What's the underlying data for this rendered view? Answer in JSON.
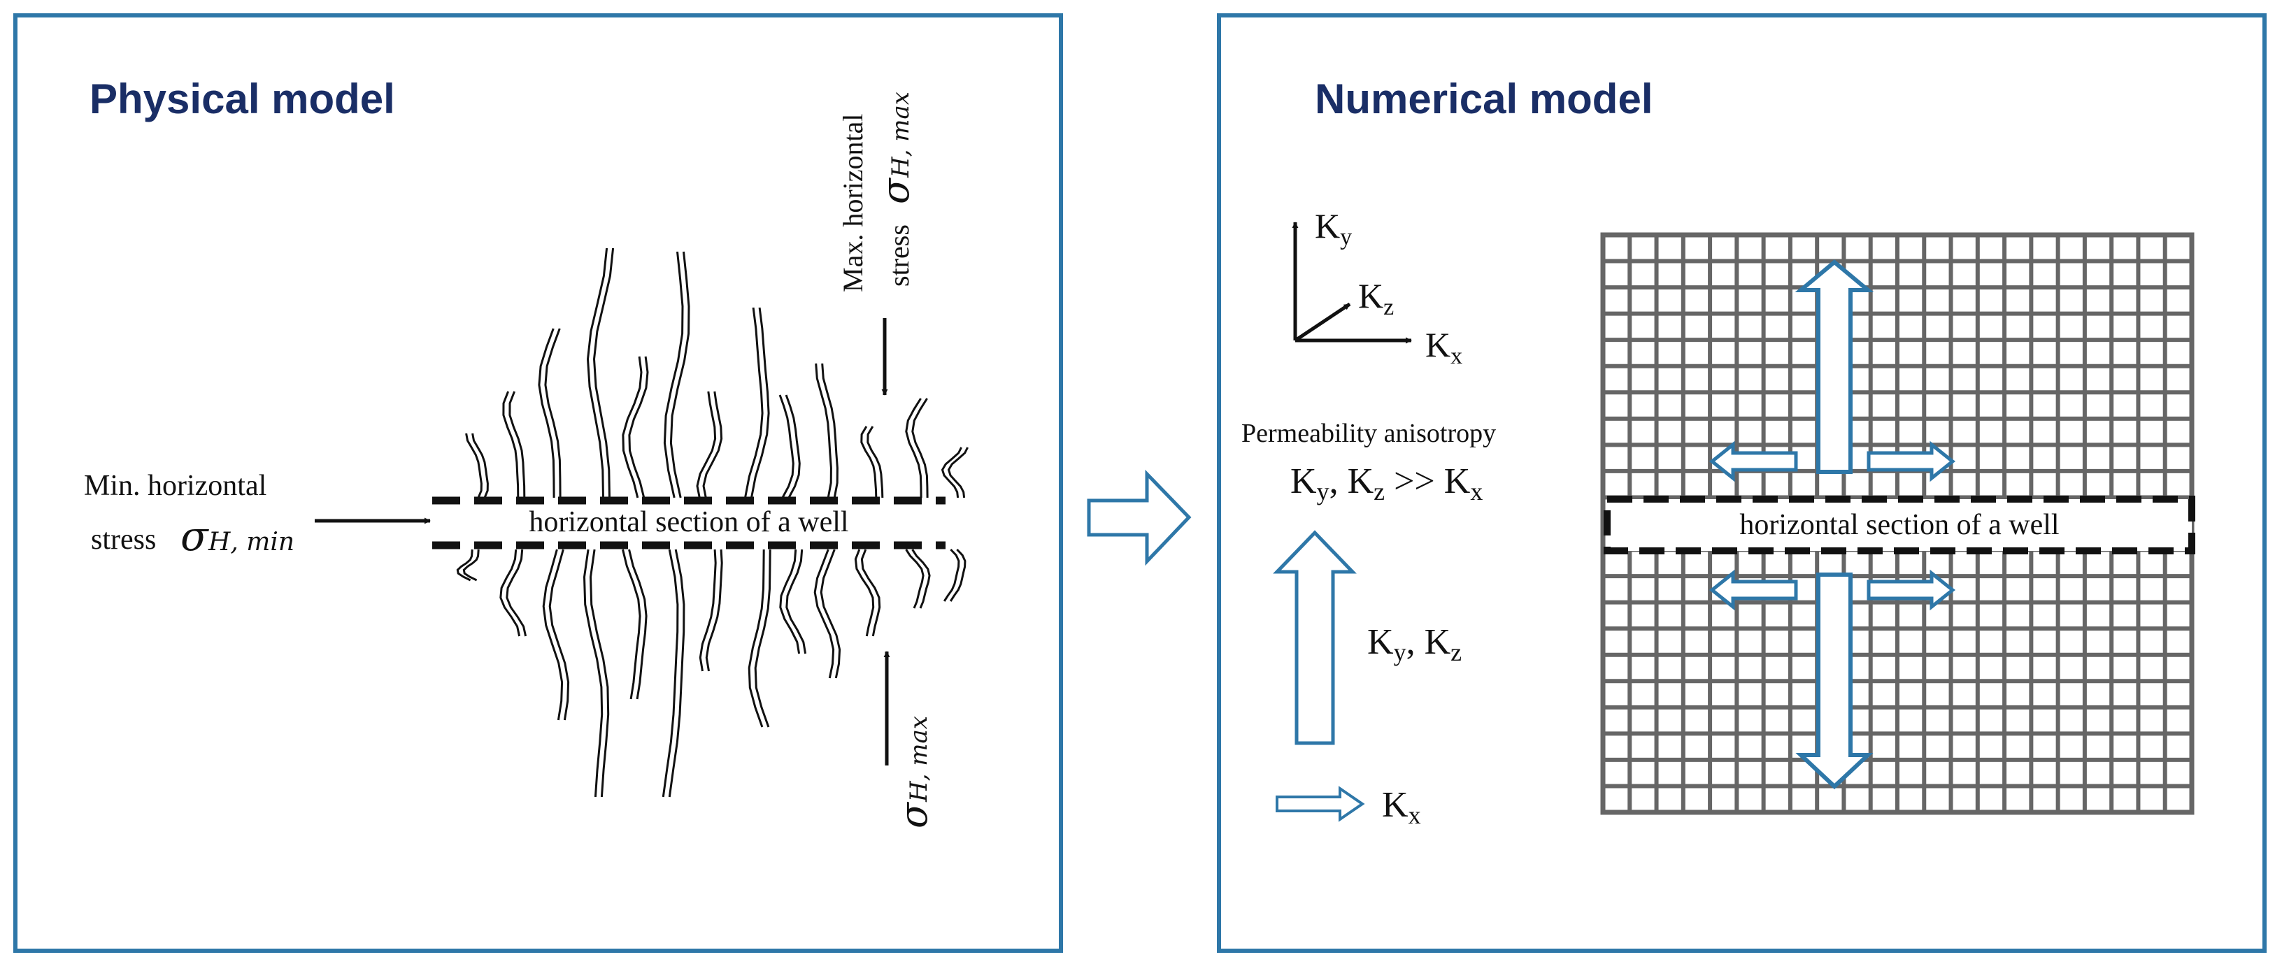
{
  "colors": {
    "panel_border": "#2e77a8",
    "title": "#1a2e66",
    "arrow_outline": "#2e77a8",
    "grid": "#666666",
    "ink": "#111111"
  },
  "physical": {
    "title": "Physical model",
    "min_stress_line1": "Min. horizontal",
    "min_stress_line2": "stress",
    "sigma": "σ",
    "min_sub": "H, min",
    "max_stress_line1": "Max. horizontal",
    "max_stress_line2": "stress",
    "max_sub": "H, max",
    "well_label": "horizontal section of a well"
  },
  "numerical": {
    "title": "Numerical model",
    "axis_y": "K",
    "axis_y_sub": "y",
    "axis_z": "K",
    "axis_z_sub": "z",
    "axis_x": "K",
    "axis_x_sub": "x",
    "anisotropy_title": "Permeability anisotropy",
    "rel_k1": "K",
    "rel_s1": "y",
    "rel_sep": ", ",
    "rel_k2": "K",
    "rel_s2": "z",
    "rel_op": " >> ",
    "rel_k3": "K",
    "rel_s3": "x",
    "big_arrow_k1": "K",
    "big_arrow_s1": "y",
    "big_arrow_sep": ", ",
    "big_arrow_k2": "K",
    "big_arrow_s2": "z",
    "small_arrow_k": "K",
    "small_arrow_s": "x",
    "well_label": "horizontal section of a well"
  }
}
